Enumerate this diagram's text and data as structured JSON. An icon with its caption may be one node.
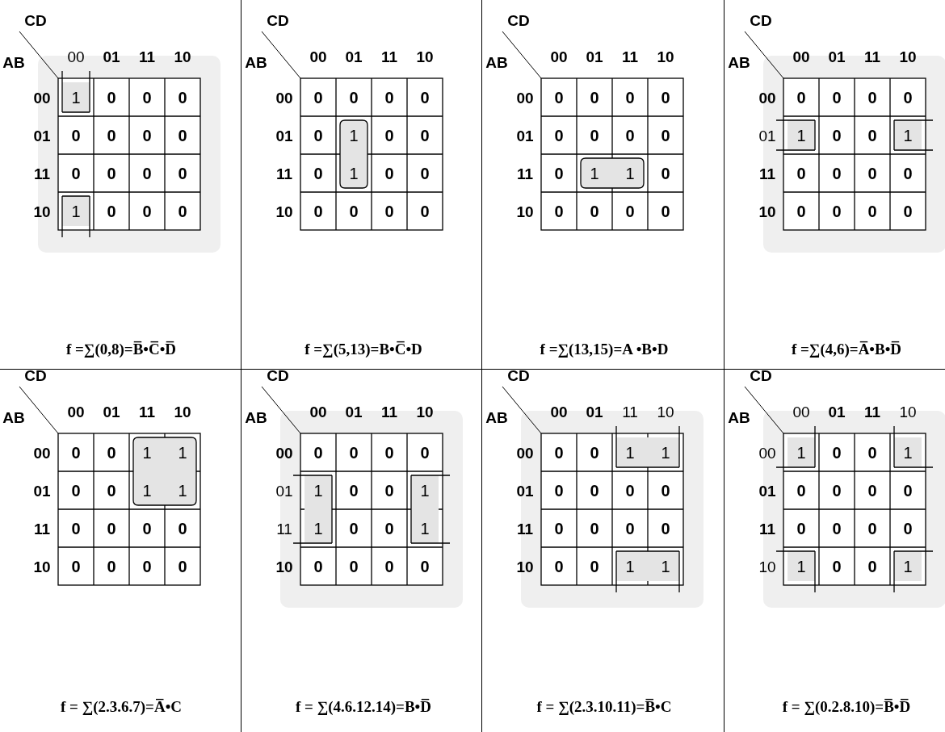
{
  "diagram": {
    "labels": [
      "CD",
      "AB",
      "00",
      "01",
      "11",
      "10",
      "00",
      "1",
      "0",
      "0",
      "0",
      "01",
      "0",
      "0",
      "0",
      "0",
      "11",
      "0",
      "0",
      "0",
      "0",
      "10",
      "1",
      "0",
      "0",
      "0",
      "f =∑(0,8)=B̅•C̅•D̅",
      "CD",
      "AB",
      "00",
      "01",
      "11",
      "10",
      "00",
      "0",
      "0",
      "0",
      "0",
      "01",
      "0",
      "1",
      "0",
      "0",
      "11",
      "0",
      "1",
      "0",
      "0",
      "10",
      "0",
      "0",
      "0",
      "0",
      "f =∑(5,13)=B•C̅•D",
      "CD",
      "AB",
      "00",
      "01",
      "11",
      "10",
      "00",
      "0",
      "0",
      "0",
      "0",
      "01",
      "0",
      "0",
      "0",
      "0",
      "11",
      "0",
      "1",
      "1",
      "0",
      "10",
      "0",
      "0",
      "0",
      "0",
      "f =∑(13,15)=A •B•D",
      "CD",
      "AB",
      "00",
      "01",
      "11",
      "10",
      "00",
      "0",
      "0",
      "0",
      "0",
      "01",
      "1",
      "0",
      "0",
      "1",
      "11",
      "0",
      "0",
      "0",
      "0",
      "10",
      "0",
      "0",
      "0",
      "0",
      "f =∑(4,6)=A̅•B•D̅",
      "CD",
      "AB",
      "00",
      "01",
      "11",
      "10",
      "00",
      "0",
      "0",
      "1",
      "1",
      "01",
      "0",
      "0",
      "1",
      "1",
      "11",
      "0",
      "0",
      "0",
      "0",
      "10",
      "0",
      "0",
      "0",
      "0",
      "f = ∑(2.3.6.7)=A̅•C",
      "CD",
      "AB",
      "00",
      "01",
      "11",
      "10",
      "00",
      "0",
      "0",
      "0",
      "0",
      "01",
      "1",
      "0",
      "0",
      "1",
      "11",
      "1",
      "0",
      "0",
      "1",
      "10",
      "0",
      "0",
      "0",
      "0",
      "f = ∑(4.6.12.14)=B•D̅",
      "CD",
      "AB",
      "00",
      "01",
      "11",
      "10",
      "00",
      "0",
      "0",
      "1",
      "1",
      "01",
      "0",
      "0",
      "0",
      "0",
      "11",
      "0",
      "0",
      "0",
      "0",
      "10",
      "0",
      "0",
      "1",
      "1",
      "f = ∑(2.3.10.11)=B̅•C",
      "CD",
      "AB",
      "00",
      "01",
      "11",
      "10",
      "00",
      "1",
      "0",
      "0",
      "1",
      "01",
      "0",
      "0",
      "0",
      "0",
      "11",
      "0",
      "0",
      "0",
      "0",
      "10",
      "1",
      "0",
      "0",
      "1",
      "f = ∑(0.2.8.10)=B̅•D̅"
    ]
  }
}
